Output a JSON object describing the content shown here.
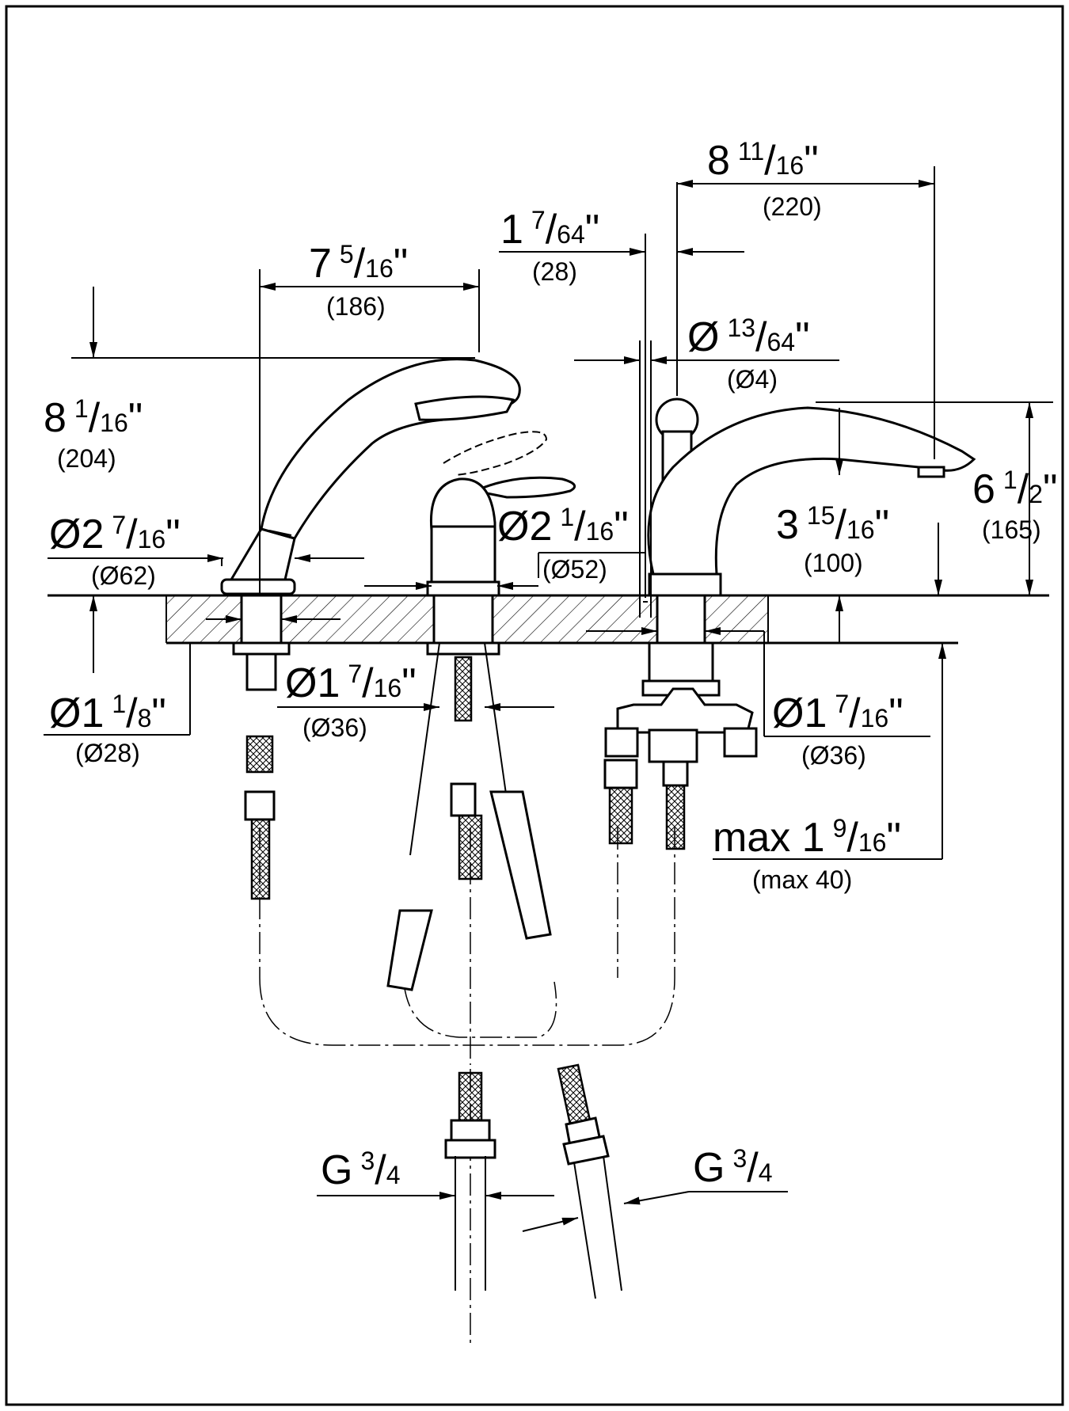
{
  "dimensions": {
    "width_220": {
      "main": "8",
      "sup": "11",
      "sub": "16",
      "unit": "\"",
      "metric": "(220)"
    },
    "offset_28": {
      "main": "1",
      "sup": "7",
      "sub": "64",
      "unit": "\"",
      "metric": "(28)"
    },
    "handshower_186": {
      "main": "7",
      "sup": "5",
      "sub": "16",
      "unit": "\"",
      "metric": "(186)"
    },
    "pin_4": {
      "main": "Ø",
      "sup": "13",
      "sub": "64",
      "unit": "\"",
      "metric": "(Ø4)"
    },
    "height_204": {
      "main": "8",
      "sup": "1",
      "sub": "16",
      "unit": "\"",
      "metric": "(204)"
    },
    "height_165": {
      "main": "6",
      "sup": "1",
      "sub": "2",
      "unit": "\"",
      "metric": "(165)"
    },
    "rosette_62": {
      "main": "Ø2",
      "sup": "7",
      "sub": "16",
      "unit": "\"",
      "metric": "(Ø62)"
    },
    "rosette_52": {
      "main": "Ø2",
      "sup": "1",
      "sub": "16",
      "unit": "\"",
      "metric": "(Ø52)"
    },
    "spout_100": {
      "main": "3",
      "sup": "15",
      "sub": "16",
      "unit": "\"",
      "metric": "(100)"
    },
    "hole_28": {
      "main": "Ø1",
      "sup": "1",
      "sub": "8",
      "unit": "\"",
      "metric": "(Ø28)"
    },
    "hole_36_left": {
      "main": "Ø1",
      "sup": "7",
      "sub": "16",
      "unit": "\"",
      "metric": "(Ø36)"
    },
    "hole_36_right": {
      "main": "Ø1",
      "sup": "7",
      "sub": "16",
      "unit": "\"",
      "metric": "(Ø36)"
    },
    "deck_max_40": {
      "main": "max 1",
      "sup": "9",
      "sub": "16",
      "unit": "\"",
      "metric": "(max 40)"
    },
    "thread_left": {
      "main": "G",
      "sup": "3",
      "sub": "4"
    },
    "thread_right": {
      "main": "G",
      "sup": "3",
      "sub": "4"
    }
  }
}
